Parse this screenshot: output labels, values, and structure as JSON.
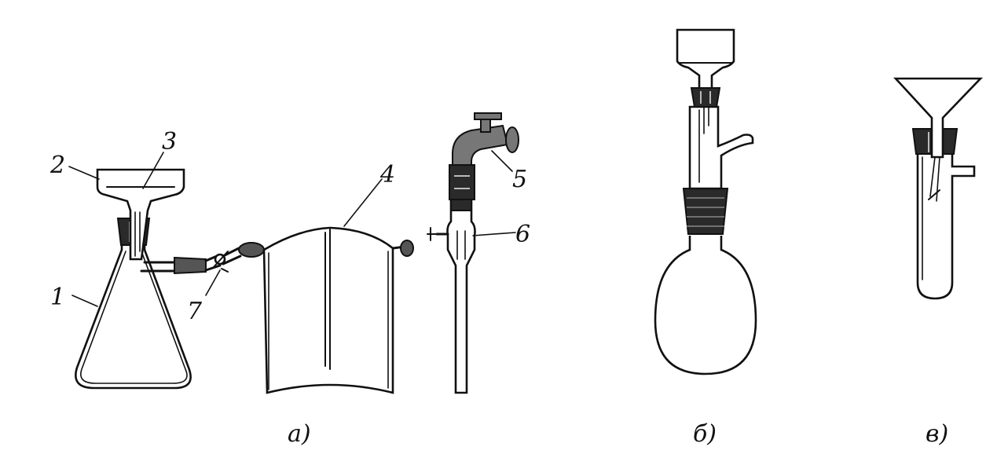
{
  "labels": {
    "l1": "1",
    "l2": "2",
    "l3": "3",
    "l4": "4",
    "l5": "5",
    "l6": "6",
    "l7": "7"
  },
  "captions": {
    "a": "а)",
    "b": "б)",
    "v": "в)"
  }
}
